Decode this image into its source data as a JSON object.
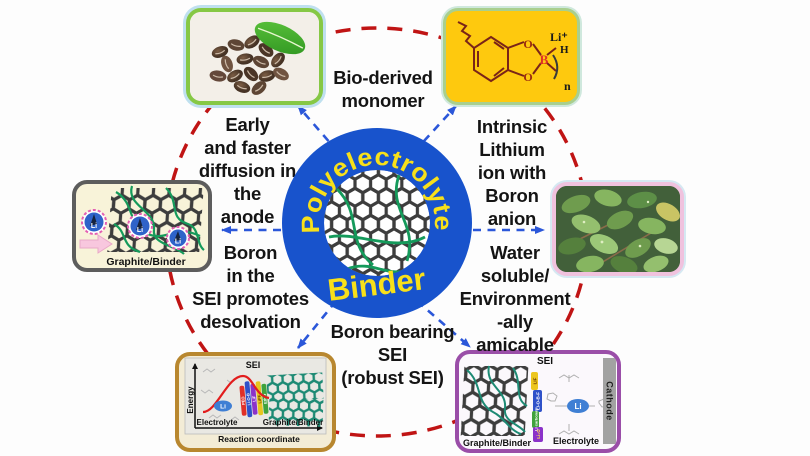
{
  "colors": {
    "ring": "#c01414",
    "arrow": "#2b57d9",
    "center_blue": "#1853cc",
    "center_yellow": "#f8e01a"
  },
  "center": {
    "title": "Polyelectrolyte",
    "subtitle": "Binder"
  },
  "callouts": {
    "bio": [
      "Bio-derived",
      "monomer"
    ],
    "early": [
      "Early",
      "and faster",
      "diffusion in",
      "the",
      "anode"
    ],
    "intrinsic": [
      "Intrinsic",
      "Lithium",
      "ion with",
      "Boron",
      "anion"
    ],
    "boron_sei": [
      "Boron",
      "in the",
      "SEI promotes",
      "desolvation"
    ],
    "water": [
      "Water",
      "soluble/",
      "Environment",
      "-ally",
      "amicable"
    ],
    "robust": [
      "Boron bearing",
      "SEI",
      "(robust SEI)"
    ]
  },
  "panels": {
    "monomer": {
      "o_top": "O",
      "o_bottom": "O",
      "b": "B",
      "li": "Li⁺",
      "h": "H",
      "n": "n"
    },
    "anode": {
      "label": "Graphite/Binder",
      "li": "Li"
    },
    "energy": {
      "sei": "SEI",
      "y_axis": "Energy",
      "x_axis": "Reaction coordinate",
      "electrolyte": "Electrolyte",
      "graphite": "Graphite/Binder",
      "li": "Li",
      "stripes": [
        "PEO",
        "Li-O-B",
        "LiF",
        "LiPF₆",
        "Ether"
      ]
    },
    "cathode": {
      "sei": "SEI",
      "graphite": "Graphite/Binder",
      "electrolyte": "Electrolyte",
      "cathode": "Cathode",
      "li": "Li",
      "stripes": [
        "LiF",
        "Li-O-B-F",
        "Li carbonate",
        "Li₂O"
      ]
    }
  }
}
